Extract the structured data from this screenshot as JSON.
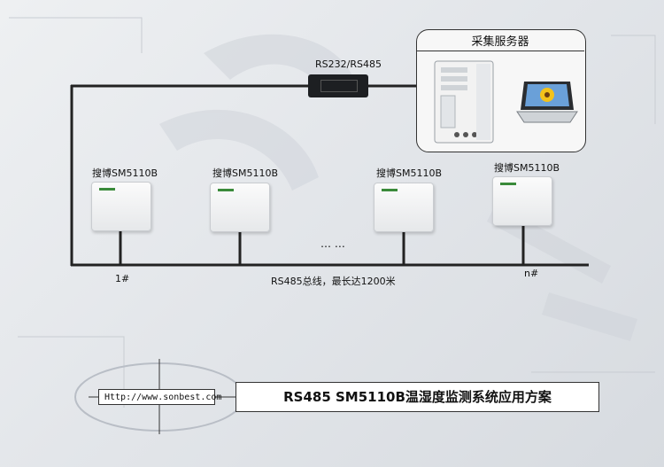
{
  "server": {
    "title": "采集服务器"
  },
  "converter": {
    "label": "RS232/RS485"
  },
  "sensors": [
    {
      "label": "搜博SM5110B"
    },
    {
      "label": "搜博SM5110B"
    },
    {
      "label": "搜博SM5110B"
    },
    {
      "label": "搜博SM5110B"
    }
  ],
  "ellipsis": "… …",
  "node_first": "1#",
  "node_last": "n#",
  "bus_caption": "RS485总线，最长达1200米",
  "url": "Http://www.sonbest.com",
  "main_title": "RS485 SM5110B温湿度监测系统应用方案",
  "colors": {
    "wire": "#222222",
    "background": "#e6e8eb",
    "box_border": "#333333"
  }
}
